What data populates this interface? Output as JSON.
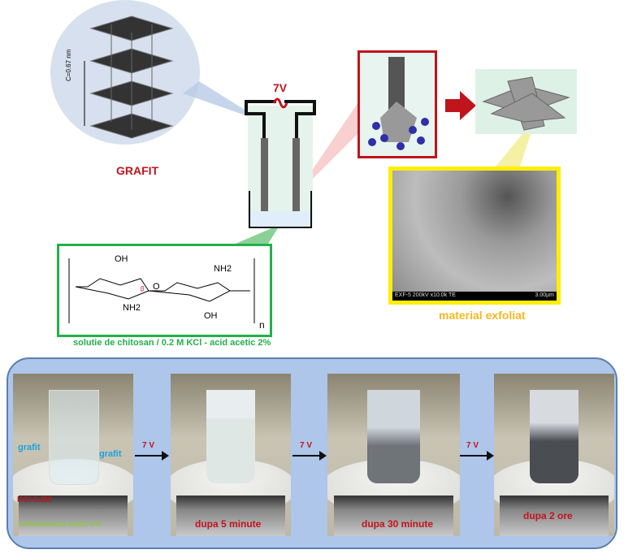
{
  "top": {
    "grafit_label": "GRAFIT",
    "lattice_spacing": "C=0.67 nm",
    "voltage": "7V",
    "sem_caption": "EXF-5 200kV x10.0k TE",
    "sem_scale": "3.00µm",
    "exfoliated_label": "material exfoliat",
    "chitosan_n": "n",
    "chitosan_groups": {
      "oh1": "OH",
      "oh2": "OH",
      "nh2a": "NH2",
      "nh2b": "NH2",
      "o": "O",
      "beta": "β"
    },
    "solution_caption": "solutie de chitosan / 0.2 M KCl - acid acetic 2%"
  },
  "bottom": {
    "photo1": {
      "grafit_left": "grafit",
      "grafit_right": "grafit",
      "kcl": "KCl 0.2M",
      "chitosan": "chitosan/acid acetic 2%"
    },
    "arrows": [
      "7 V",
      "7 V",
      "7 V"
    ],
    "photo2": "dupa 5 minute",
    "photo3": "dupa 30 minute",
    "photo4": "dupa 2 ore"
  },
  "colors": {
    "red": "#c0141c",
    "green": "#22b04a",
    "yellow": "#ffee00",
    "blue_panel": "#adc6ea",
    "cyan": "#1aa3e0",
    "lime": "#8dc63f"
  }
}
